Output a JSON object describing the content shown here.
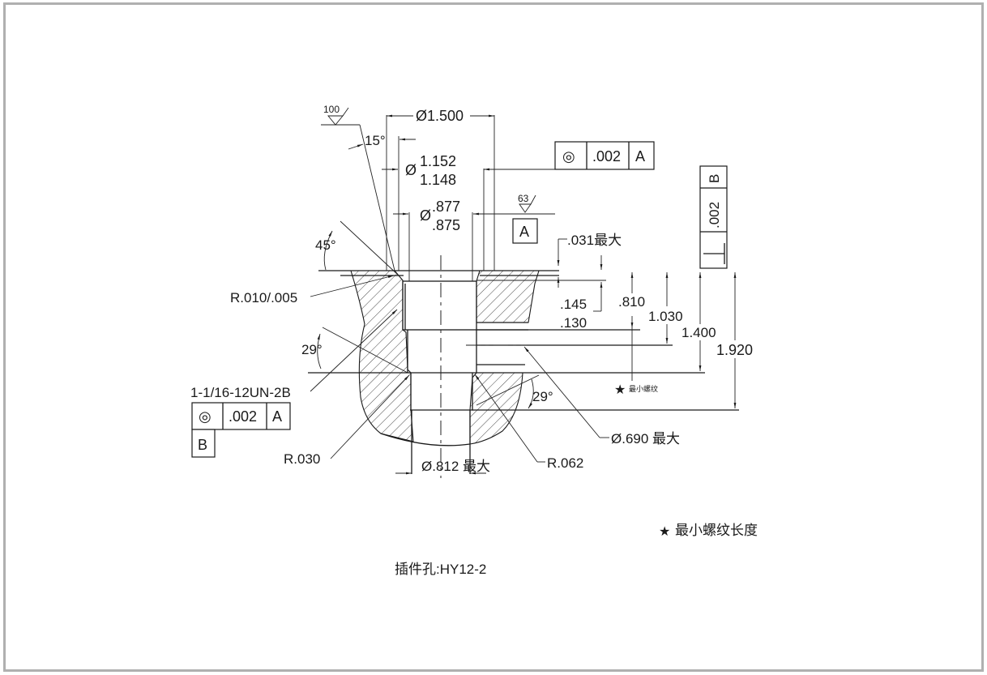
{
  "drawing": {
    "title": "插件孔:HY12-2",
    "note_star": "★",
    "note": "最小螺纹长度",
    "surface_finish": {
      "top_left": "100",
      "datum_a": "63"
    },
    "dimensions": {
      "dia_1500": "Ø1.500",
      "dia_1152_prefix": "Ø",
      "dia_1152_upper": "1.152",
      "dia_1152_lower": "1.148",
      "dia_877_prefix": "Ø",
      "dia_877_upper": ".877",
      "dia_877_lower": ".875",
      "angle_15": "15°",
      "angle_45": "45°",
      "angle_29_left": "29°",
      "angle_29_right": "29°",
      "depth_031": ".031最大",
      "depth_145": ".145",
      "depth_130": ".130",
      "depth_810": ".810",
      "depth_1030": "1.030",
      "depth_1400": "1.400",
      "depth_1920": "1.920",
      "min_thread_star": "★",
      "min_thread": "最小螺纹",
      "radius_010": "R.010/.005",
      "thread_spec": "1-1/16-12UN-2B",
      "radius_030": "R.030",
      "dia_812": "Ø.812 最大",
      "radius_062": "R.062",
      "dia_690": "Ø.690 最大"
    },
    "datum_a_label": "A",
    "fcf_top": {
      "symbol": "◎",
      "tolerance": ".002",
      "datum": "A"
    },
    "fcf_right": {
      "symbol": "⊥",
      "tolerance": ".002",
      "datum": "B"
    },
    "fcf_left": {
      "symbol": "◎",
      "tolerance": ".002",
      "datum": "A",
      "datum_b": "B"
    }
  }
}
